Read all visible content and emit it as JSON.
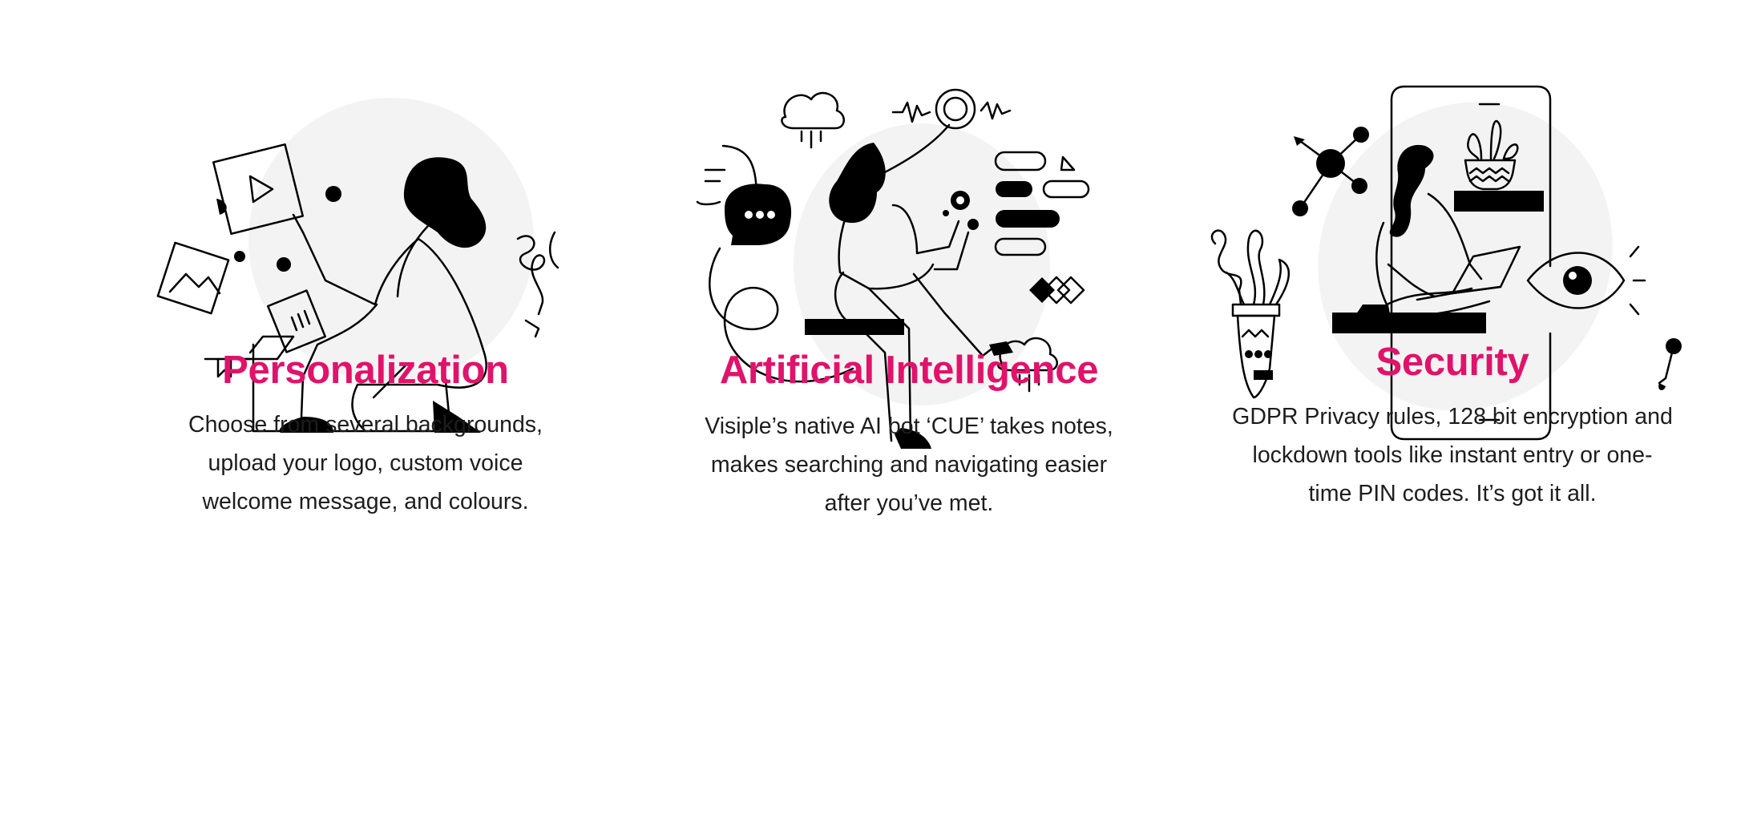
{
  "colors": {
    "accent": "#e0136b",
    "text": "#1d1d1d",
    "ink": "#000000",
    "blob": "#f3f3f3"
  },
  "features": [
    {
      "title": "Personalization",
      "description_lines": [
        "Choose from several backgrounds,",
        "upload your logo, custom voice",
        "welcome message, and colours."
      ],
      "illustration_icon": "woman-kneeling-with-media-cards-icon"
    },
    {
      "title": "Artificial Intelligence",
      "description_lines": [
        "Visiple’s native AI bot ‘CUE’ takes notes,",
        "makes searching and navigating easier",
        "after you’ve met."
      ],
      "illustration_icon": "woman-tapping-with-chat-bubbles-icon"
    },
    {
      "title": "Security",
      "description_lines": [
        "GDPR Privacy rules, 128 bit encryption and",
        "lockdown tools like instant entry or one-",
        "time PIN codes. It’s got it all."
      ],
      "illustration_icon": "woman-with-laptop-in-phone-icon"
    }
  ]
}
